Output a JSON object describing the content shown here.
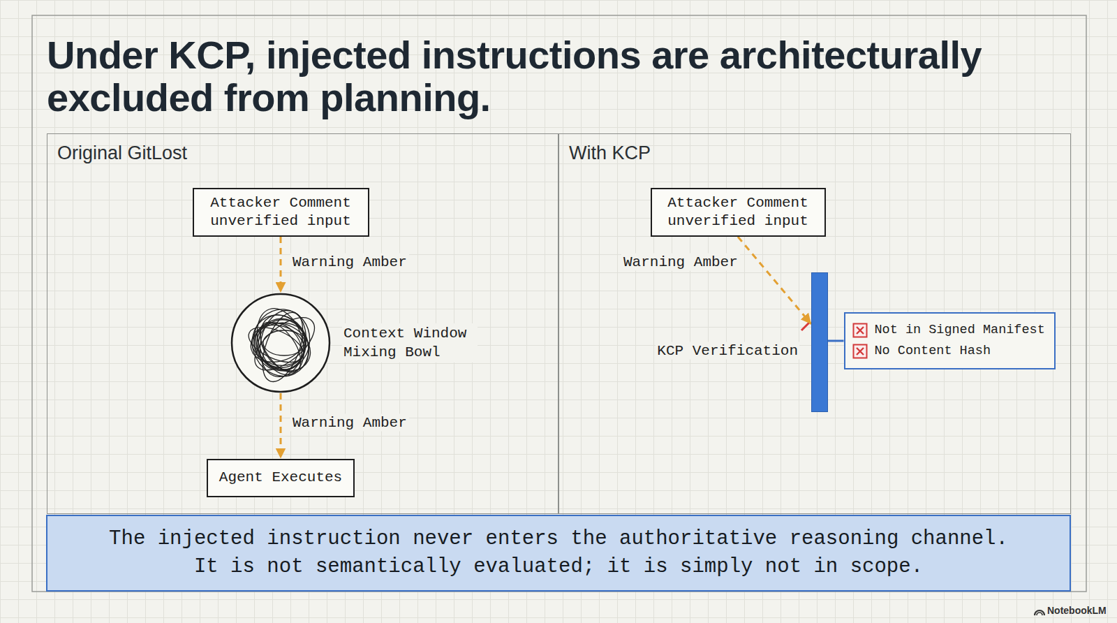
{
  "diagram": {
    "title": "Under KCP, injected instructions are architecturally excluded from planning.",
    "nodes": [
      {
        "text": [
          "Original GitLost"
        ]
      },
      {
        "text": [
          "Attacker Comment",
          "unverified input"
        ],
        "in": 0
      },
      {
        "text": [
          "Context Window Mixing Bowl"
        ],
        "in": 0
      },
      {
        "text": [
          "Agent Executes"
        ],
        "in": 0
      },
      {
        "text": [
          "With KCP"
        ]
      },
      {
        "text": [
          "Attacker Comment",
          "unverified input"
        ],
        "in": 4
      },
      {
        "text": [
          "KCP Verification"
        ],
        "in": 4
      },
      {
        "text": [
          "Not in Signed Manifest",
          "No Content Hash"
        ],
        "in": 4
      },
      {
        "text": [
          "The injected instruction never enters the authoritative reasoning channel. It is not semantically evaluated; it is simply not in scope."
        ]
      }
    ],
    "edges": [
      {
        "from": 1,
        "to": 2,
        "arrow": "to",
        "label": "Warning Amber"
      },
      {
        "from": 2,
        "to": 3,
        "arrow": "to",
        "label": "Warning Amber"
      },
      {
        "from": 5,
        "to": 6,
        "arrow": "to",
        "label": "Warning Amber"
      },
      {
        "from": 6,
        "to": 7,
        "arrow": "none"
      }
    ],
    "labels": [
      "NotebookLM"
    ]
  }
}
